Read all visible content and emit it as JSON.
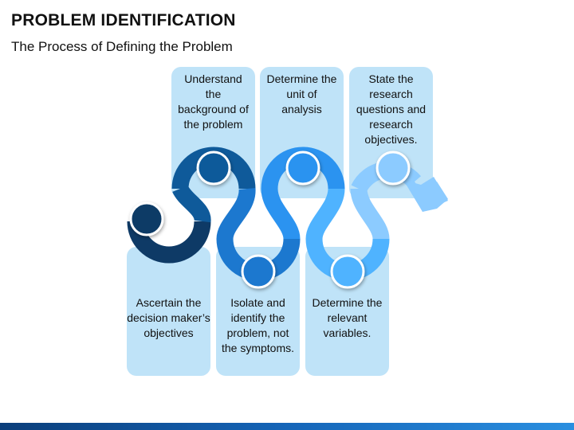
{
  "title": "PROBLEM IDENTIFICATION",
  "subtitle": "The Process of Defining the Problem",
  "steps": [
    {
      "text": "Ascertain the decision maker’s objectives",
      "color": "#0e3a66"
    },
    {
      "text": "Understand the background of the problem",
      "color": "#0f5a9a"
    },
    {
      "text": "Isolate and identify the problem, not the symptoms.",
      "color": "#1c78cf"
    },
    {
      "text": "Determine the unit of analysis",
      "color": "#2b93f0"
    },
    {
      "text": "Determine the relevant variables.",
      "color": "#4fb3ff"
    },
    {
      "text": "State the research questions and research objectives.",
      "color": "#8ccbff"
    }
  ],
  "colors": {
    "card": "#bfe3f8",
    "bar_dark": "#0b3e7a",
    "bar_light": "#2a8fe0"
  }
}
